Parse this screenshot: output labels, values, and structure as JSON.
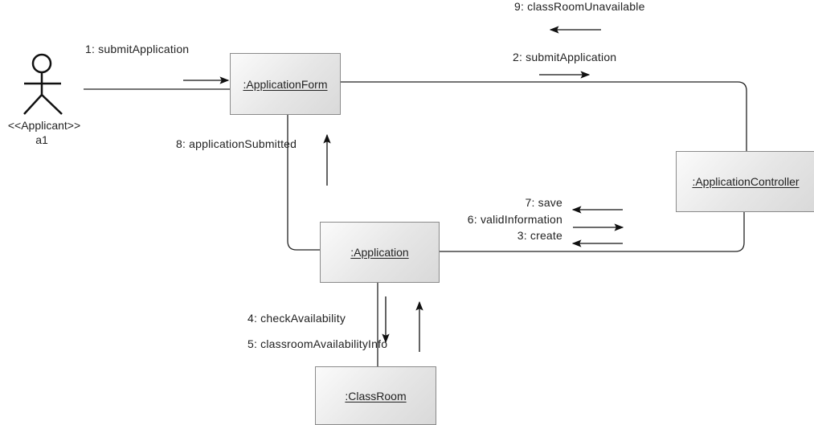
{
  "diagram": {
    "type": "UML communication diagram",
    "actor": {
      "stereotype": "<<Applicant>>",
      "name": "a1"
    },
    "objects": [
      {
        "id": "form",
        "label": ":ApplicationForm"
      },
      {
        "id": "controller",
        "label": ":ApplicationController"
      },
      {
        "id": "application",
        "label": ":Application"
      },
      {
        "id": "classroom",
        "label": ":ClassRoom"
      }
    ],
    "messages": [
      {
        "seq": 1,
        "label": "1: submitApplication",
        "from": "actor",
        "to": "form"
      },
      {
        "seq": 2,
        "label": "2: submitApplication",
        "from": "form",
        "to": "controller"
      },
      {
        "seq": 3,
        "label": "3: create",
        "from": "controller",
        "to": "application"
      },
      {
        "seq": 4,
        "label": "4: checkAvailability",
        "from": "application",
        "to": "classroom"
      },
      {
        "seq": 5,
        "label": "5: classroomAvailabilityInfo",
        "from": "classroom",
        "to": "application"
      },
      {
        "seq": 6,
        "label": "6: validInformation",
        "from": "application",
        "to": "controller"
      },
      {
        "seq": 7,
        "label": "7: save",
        "from": "controller",
        "to": "application"
      },
      {
        "seq": 8,
        "label": "8: applicationSubmitted",
        "from": "application",
        "to": "form"
      },
      {
        "seq": 9,
        "label": "9: classRoomUnavailable",
        "from": "controller",
        "to": "form"
      }
    ]
  }
}
